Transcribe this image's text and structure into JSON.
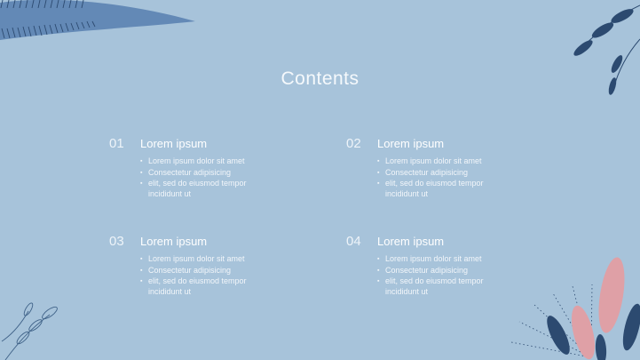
{
  "slide": {
    "title": "Contents",
    "sections": [
      {
        "number": "01",
        "heading": "Lorem ipsum",
        "bullets": [
          "Lorem ipsum dolor sit amet",
          "Consectetur adipisicing",
          "elit, sed do eiusmod tempor incididunt ut"
        ]
      },
      {
        "number": "02",
        "heading": "Lorem ipsum",
        "bullets": [
          "Lorem ipsum dolor sit amet",
          "Consectetur adipisicing",
          "elit, sed do eiusmod tempor incididunt ut"
        ]
      },
      {
        "number": "03",
        "heading": "Lorem ipsum",
        "bullets": [
          "Lorem ipsum dolor sit amet",
          "Consectetur adipisicing",
          "elit, sed do eiusmod tempor incididunt ut"
        ]
      },
      {
        "number": "04",
        "heading": "Lorem ipsum",
        "bullets": [
          "Lorem ipsum dolor sit amet",
          "Consectetur adipisicing",
          "elit, sed do eiusmod tempor incididunt ut"
        ]
      }
    ]
  },
  "decorations": {
    "top_left": "blue-brush-stroke-with-hatch-marks",
    "top_right": "navy-leaves-branch",
    "bottom_right": "pink-petals-navy-leaves-dotted-rays",
    "bottom_left": "outline-leaf-branch"
  },
  "colors": {
    "background": "#a7c3da",
    "text": "#ffffff",
    "navy": "#2c4a70",
    "brush_blue": "#6389b6",
    "pink": "#dfa0a6"
  }
}
